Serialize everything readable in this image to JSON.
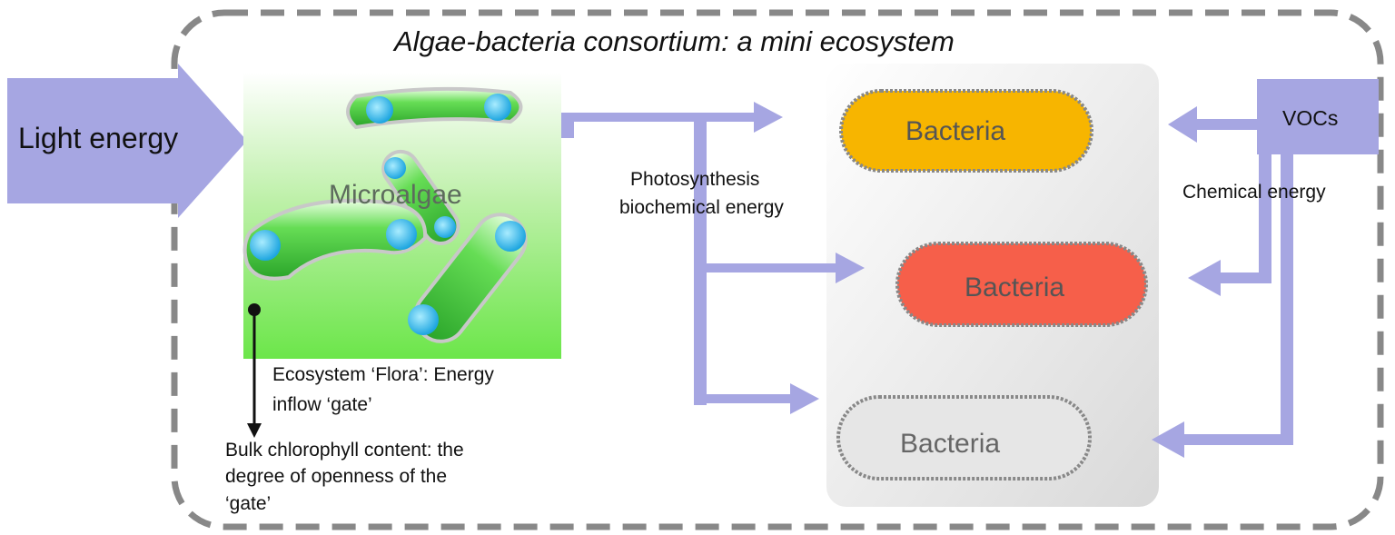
{
  "title": "Algae-bacteria consortium: a mini ecosystem",
  "inputs": {
    "light_energy": "Light energy",
    "vocs": "VOCs",
    "chemical_energy": "Chemical energy"
  },
  "microalgae": {
    "label": "Microalgae"
  },
  "flows": {
    "photosynthesis_line1": "Photosynthesis",
    "photosynthesis_line2": "biochemical energy"
  },
  "bacteria": [
    {
      "label": "Bacteria",
      "color": "#f7b500"
    },
    {
      "label": "Bacteria",
      "color": "#f65f4a"
    },
    {
      "label": "Bacteria",
      "color": "#e6e6e6"
    }
  ],
  "annotations": {
    "flora_line1": "Ecosystem ‘Flora’: Energy",
    "flora_line2": "inflow ‘gate’",
    "bulk_line1": "Bulk chlorophyll content: the",
    "bulk_line2": "degree of openness of the",
    "bulk_line3": "‘gate’"
  },
  "colors": {
    "arrow": "#a6a6e2",
    "border": "#888888",
    "algae_green": "#3ccc3c",
    "cell_blue": "#4fc3f7"
  }
}
